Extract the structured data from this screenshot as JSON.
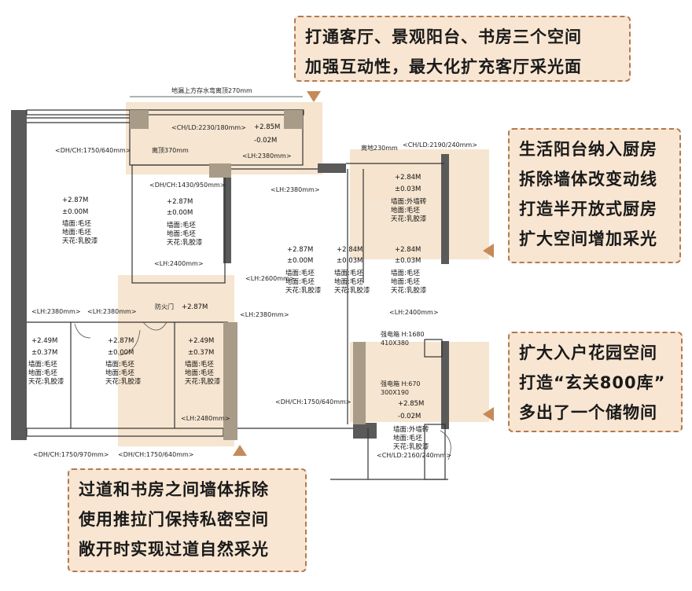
{
  "callouts": {
    "top": [
      "打通客厅、景观阳台、书房三个空间",
      "加强互动性，最大化扩充客厅采光面"
    ],
    "kitchen": [
      "生活阳台纳入厨房",
      "拆除墙体改变动线",
      "打造半开放式厨房",
      "扩大空间增加采光"
    ],
    "entry": [
      "扩大入户花园空间",
      "打造“玄关800库”",
      "多出了一个储物间"
    ],
    "corridor": [
      "过道和书房之间墙体拆除",
      "使用推拉门保持私密空间",
      "敞开时实现过道自然采光"
    ]
  },
  "dimensions": {
    "beam_note": "地漏上方存水弯离顶270mm",
    "ch_ld_top": "<CH/LD:2230/180mm>",
    "dh_ch_left": "<DH/CH:1750/640mm>",
    "ceiling_370": "离顶370mm",
    "lh_2380_balcony": "<LH:2380mm>",
    "dh_ch_study": "<DH/CH:1430/950mm>",
    "lh_2380_mid": "<LH:2380mm>",
    "lh_2400_study": "<LH:2400mm>",
    "lh_2600": "<LH:2600mm>",
    "lh_2380_a": "<LH:2380mm>",
    "lh_2380_b": "<LH:2380mm>",
    "lh_2380_c": "<LH:2380mm>",
    "dh_ch_bottom_mid": "<DH/CH:1750/640mm>",
    "lh_2480": "<LH:2480mm>",
    "dh_ch_970": "<DH/CH:1750/970mm>",
    "dh_ch_640_bottom": "<DH/CH:1750/640mm>",
    "ground_230": "离地230mm",
    "ch_ld_2190": "<CH/LD:2190/240mm>",
    "lh_2400_kitchen": "<LH:2400mm>",
    "box1": "强电箱 H:1680",
    "box1_size": "410X380",
    "box2": "强电箱 H:670",
    "box2_size": "300X190",
    "ch_ld_2160": "<CH/LD:2160/240mm>",
    "fire_door": "防火门"
  },
  "rooms": {
    "living_left": [
      "+2.87M",
      "±0.00M",
      "墙面:毛坯",
      "地面:毛坯",
      "天花:乳胶漆"
    ],
    "balcony": [
      "+2.85M",
      "-0.02M"
    ],
    "study": [
      "+2.87M",
      "±0.00M",
      "墙面:毛坯",
      "地面:毛坯",
      "天花:乳胶漆"
    ],
    "living_center": [
      "+2.87M",
      "±0.00M",
      "墙面:毛坯",
      "地面:毛坯",
      "天花:乳胶漆"
    ],
    "dining": [
      "+2.84M",
      "±0.03M",
      "墙面:毛坯",
      "地面:毛坯",
      "天花:乳胶漆"
    ],
    "kitchen_upper": [
      "+2.84M",
      "±0.03M",
      "墙面:外墙砖",
      "地面:毛坯",
      "天花:乳胶漆"
    ],
    "kitchen_lower": [
      "+2.84M",
      "±0.03M",
      "墙面:毛坯",
      "地面:毛坯",
      "天花:乳胶漆"
    ],
    "corridor": [
      "+2.87M"
    ],
    "bath_left": [
      "+2.49M",
      "±0.37M",
      "墙面:毛坯",
      "地面:毛坯",
      "天花:乳胶漆"
    ],
    "bedroom_mid": [
      "+2.87M",
      "±0.00M",
      "墙面:毛坯",
      "地面:毛坯",
      "天花:乳胶漆"
    ],
    "bath_right": [
      "+2.49M",
      "±0.37M",
      "墙面:毛坯",
      "地面:毛坯",
      "天花:乳胶漆"
    ],
    "entry": [
      "+2.85M",
      "-0.02M",
      "墙面:外墙砖",
      "地面:毛坯",
      "天花:乳胶漆"
    ]
  },
  "colors": {
    "highlight": "#f3dcc0",
    "callout_bg": "#f8e6d2",
    "callout_border": "#b07a52",
    "wall": "#5a5a5a",
    "arrow": "#c58a5a"
  }
}
